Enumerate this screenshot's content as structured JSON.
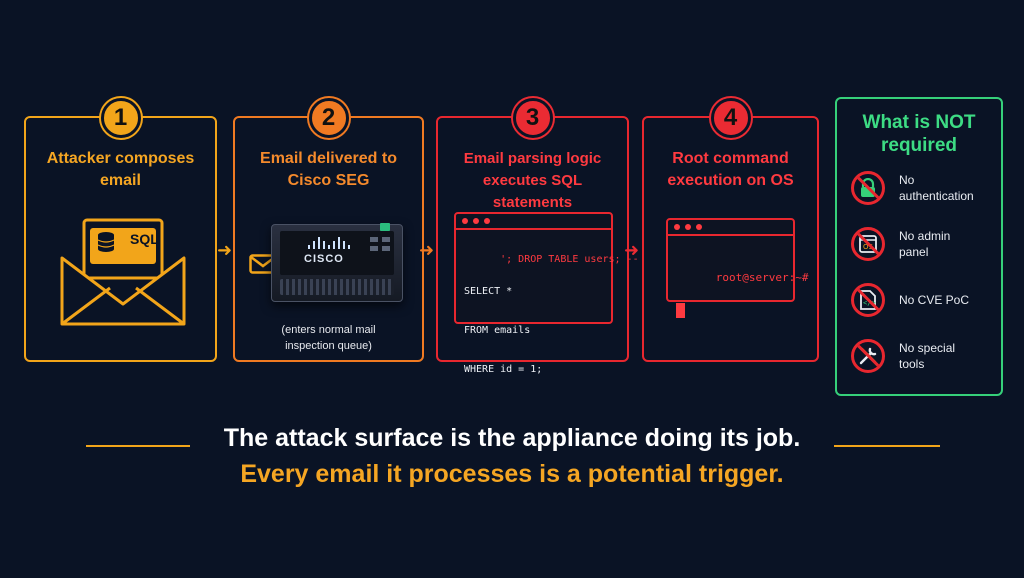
{
  "steps": [
    {
      "num": "1",
      "title": "Attacker composes email",
      "envelope_label": "SQL"
    },
    {
      "num": "2",
      "title": "Email delivered to Cisco SEG",
      "brand": "CISCO",
      "note": "(enters normal mail inspection queue)"
    },
    {
      "num": "3",
      "title": "Email parsing logic executes SQL statements",
      "code_line1": "'; DROP TABLE users; --",
      "code_line2": "SELECT *",
      "code_line3": "FROM emails",
      "code_line4": "WHERE id = 1;"
    },
    {
      "num": "4",
      "title": "Root command execution on OS",
      "prompt": "root@server:~#"
    }
  ],
  "not_required": {
    "title_prefix": "What is ",
    "title_emphasis": "NOT",
    "title_suffix": "required",
    "items": [
      {
        "icon": "lock-icon",
        "label": "No authentication"
      },
      {
        "icon": "admin-panel-icon",
        "label": "No admin panel"
      },
      {
        "icon": "code-document-icon",
        "label": "No CVE PoC"
      },
      {
        "icon": "tools-icon",
        "label": "No special tools"
      }
    ]
  },
  "footer": {
    "line1": "The attack surface is the appliance doing its job.",
    "line2": "Every email it processes is a potential trigger."
  },
  "colors": {
    "background": "#0a1325",
    "amber": "#f2a51a",
    "orange": "#f07a22",
    "red": "#e8272f",
    "green": "#36d07a"
  }
}
